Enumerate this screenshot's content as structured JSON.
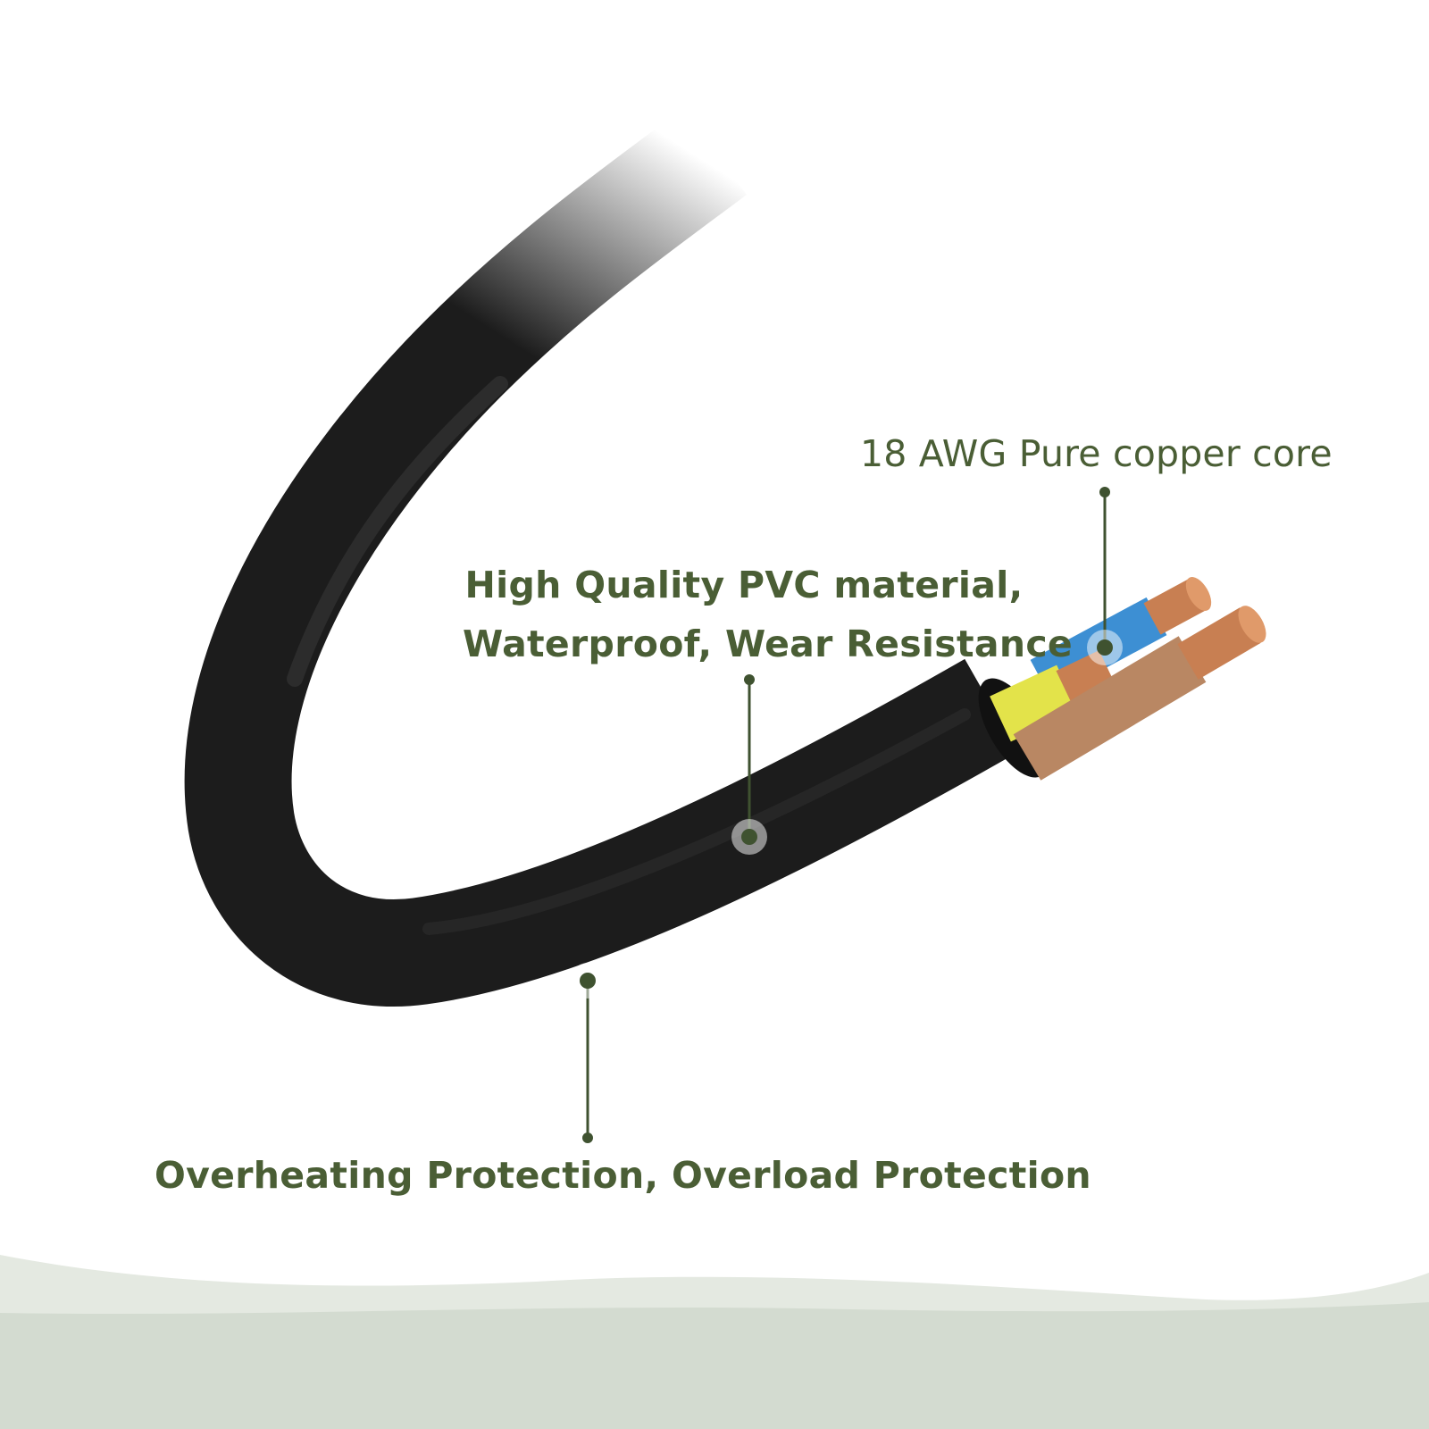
{
  "labels": {
    "copper_core": "18 AWG Pure copper core",
    "pvc_line1": "High Quality PVC material,",
    "pvc_line2": "Waterproof, Wear Resistance",
    "protection": "Overheating Protection, Overload Protection"
  },
  "colors": {
    "label_text": "#4a5e35",
    "leader_line": "#3f5230",
    "cable_jacket": "#1c1c1c",
    "wire_yellow": "#e3e34a",
    "wire_blue": "#3d8fd3",
    "wire_brown": "#b98763",
    "copper": "#c87f52",
    "ground_band": "#d3dbd0"
  },
  "icons": [
    "callout-dot-icon"
  ]
}
